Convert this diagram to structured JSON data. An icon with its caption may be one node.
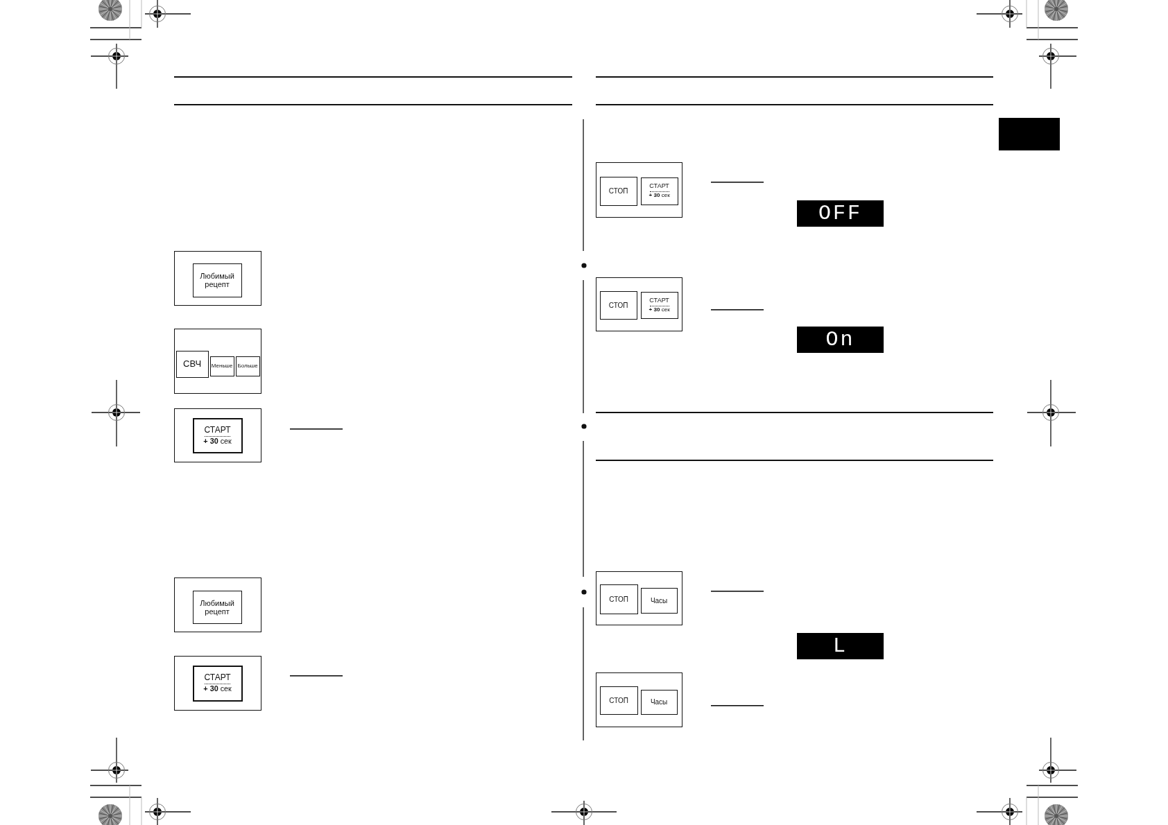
{
  "diagram": {
    "nodes": [
      {
        "text": [],
        "shape": "box"
      },
      {
        "text": [
          "Любимый рецепт"
        ],
        "in": 0
      },
      {
        "text": [],
        "shape": "box"
      },
      {
        "text": [
          "СВЧ"
        ],
        "in": 2
      },
      {
        "text": [
          "Меньше"
        ],
        "in": 2
      },
      {
        "text": [
          "Больше"
        ],
        "in": 2
      },
      {
        "text": [],
        "shape": "box"
      },
      {
        "text": [
          "СТАРТ",
          "**+ 30** сек"
        ],
        "in": 6
      },
      {
        "text": [],
        "shape": "box"
      },
      {
        "text": [
          "Любимый рецепт"
        ],
        "in": 8
      },
      {
        "text": [],
        "shape": "box"
      },
      {
        "text": [
          "СТАРТ",
          "**+ 30** сек"
        ],
        "in": 10
      },
      {
        "text": [],
        "shape": "box"
      },
      {
        "text": [
          "СТОП"
        ],
        "in": 12
      },
      {
        "text": [
          "СТАРТ",
          "**+ 30** сек"
        ],
        "in": 12
      },
      {
        "text": [
          "OFF"
        ]
      },
      {
        "text": [],
        "shape": "box"
      },
      {
        "text": [
          "СТОП"
        ],
        "in": 16
      },
      {
        "text": [
          "СТАРТ",
          "**+ 30** сек"
        ],
        "in": 16
      },
      {
        "text": [
          "On"
        ]
      },
      {
        "text": [],
        "shape": "box"
      },
      {
        "text": [
          "СТОП"
        ],
        "in": 20
      },
      {
        "text": [
          "Часы"
        ],
        "in": 20
      },
      {
        "text": [
          "L"
        ]
      },
      {
        "text": [],
        "shape": "box"
      },
      {
        "text": [
          "СТОП"
        ],
        "in": 24
      },
      {
        "text": [
          "Часы"
        ],
        "in": 24
      },
      {
        "text": [],
        "shape": "bar"
      }
    ]
  }
}
